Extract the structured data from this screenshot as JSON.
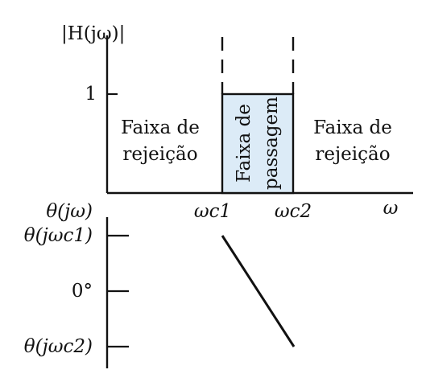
{
  "magnitude_plot": {
    "y_axis_label": "|H(jω)|",
    "y_tick": "1",
    "x_axis_label": "ω",
    "x_ticks": [
      "ωc1",
      "ωc2"
    ],
    "left_region": {
      "line1": "Faixa de",
      "line2": "rejeição"
    },
    "passband": {
      "line1": "Faixa de",
      "line2": "passagem"
    },
    "right_region": {
      "line1": "Faixa de",
      "line2": "rejeição"
    },
    "passband_fill": "#dcebf7"
  },
  "phase_plot": {
    "y_axis_label": "θ(jω)",
    "y_ticks": [
      "θ(jωc1)",
      "0°",
      "θ(jωc2)"
    ]
  }
}
